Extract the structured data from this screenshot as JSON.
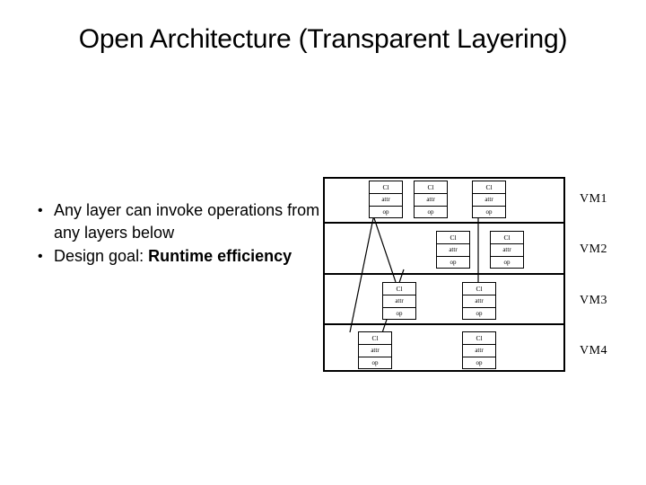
{
  "slide": {
    "title": "Open Architecture (Transparent Layering)",
    "bullets": [
      {
        "marker": "•",
        "text": "Any layer can invoke operations from any layers below",
        "bold_tail": ""
      },
      {
        "marker": "•",
        "text": "Design goal: ",
        "bold_tail": "Runtime efficiency"
      }
    ]
  },
  "diagram": {
    "layers": [
      {
        "label": "VM1"
      },
      {
        "label": "VM2"
      },
      {
        "label": "VM3"
      },
      {
        "label": "VM4"
      }
    ],
    "class_box": {
      "name": "Cl",
      "attributes": "attr",
      "operations": "op"
    },
    "boxes": [
      {
        "id": "vm1-box-1",
        "layer": "VM1",
        "name": "Cl",
        "attributes": "attr",
        "operations": "op"
      },
      {
        "id": "vm1-box-2",
        "layer": "VM1",
        "name": "Cl",
        "attributes": "attr",
        "operations": "op"
      },
      {
        "id": "vm1-box-3",
        "layer": "VM1",
        "name": "Cl",
        "attributes": "attr",
        "operations": "op"
      },
      {
        "id": "vm2-box-1",
        "layer": "VM2",
        "name": "Cl",
        "attributes": "attr",
        "operations": "op"
      },
      {
        "id": "vm2-box-2",
        "layer": "VM2",
        "name": "Cl",
        "attributes": "attr",
        "operations": "op"
      },
      {
        "id": "vm3-box-1",
        "layer": "VM3",
        "name": "Cl",
        "attributes": "attr",
        "operations": "op"
      },
      {
        "id": "vm3-box-2",
        "layer": "VM3",
        "name": "Cl",
        "attributes": "attr",
        "operations": "op"
      },
      {
        "id": "vm4-box-1",
        "layer": "VM4",
        "name": "Cl",
        "attributes": "attr",
        "operations": "op"
      },
      {
        "id": "vm4-box-2",
        "layer": "VM4",
        "name": "Cl",
        "attributes": "attr",
        "operations": "op"
      }
    ]
  },
  "colors": {
    "background": "#ffffff",
    "foreground": "#000000"
  }
}
